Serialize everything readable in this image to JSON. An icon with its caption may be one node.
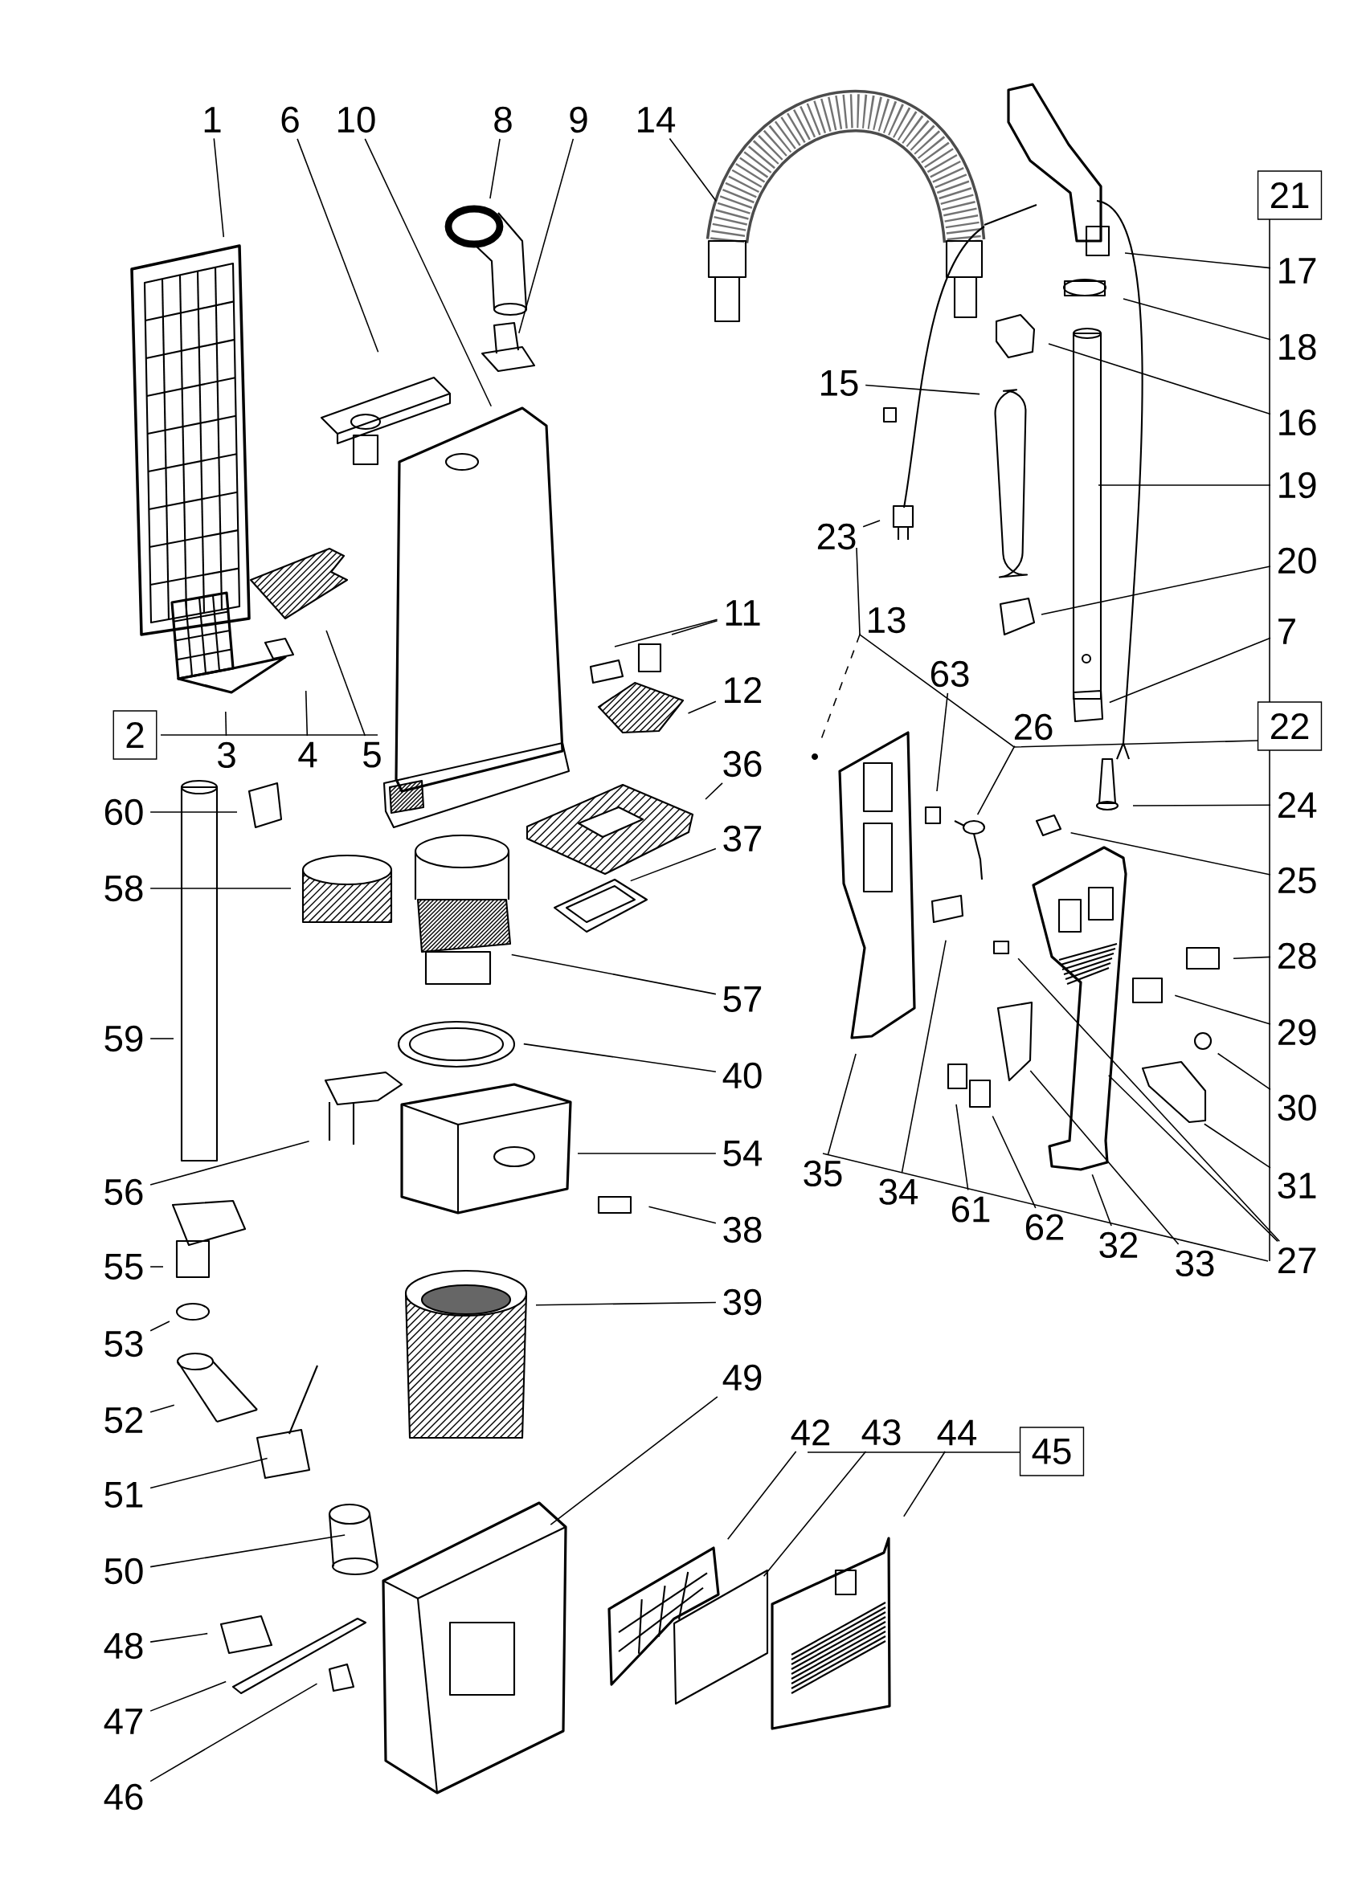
{
  "diagram": {
    "nodes": [
      {
        "text": [
          "1"
        ]
      },
      {
        "text": [
          "6"
        ]
      },
      {
        "text": [
          "10"
        ]
      },
      {
        "text": [
          "8"
        ]
      },
      {
        "text": [
          "9"
        ]
      },
      {
        "text": [
          "14"
        ]
      },
      {
        "text": [
          "21"
        ]
      },
      {
        "text": [
          "17"
        ]
      },
      {
        "text": [
          "18"
        ]
      },
      {
        "text": [
          "16"
        ]
      },
      {
        "text": [
          "19"
        ]
      },
      {
        "text": [
          "20"
        ]
      },
      {
        "text": [
          "7"
        ]
      },
      {
        "text": [
          "15"
        ]
      },
      {
        "text": [
          "23"
        ]
      },
      {
        "text": [
          "13"
        ]
      },
      {
        "text": [
          "11"
        ]
      },
      {
        "text": [
          "12"
        ]
      },
      {
        "text": [
          "63"
        ]
      },
      {
        "text": [
          "26"
        ]
      },
      {
        "text": [
          "22"
        ]
      },
      {
        "text": [
          "24"
        ]
      },
      {
        "text": [
          "25"
        ]
      },
      {
        "text": [
          "28"
        ]
      },
      {
        "text": [
          "29"
        ]
      },
      {
        "text": [
          "30"
        ]
      },
      {
        "text": [
          "31"
        ]
      },
      {
        "text": [
          "27"
        ]
      },
      {
        "text": [
          "33"
        ]
      },
      {
        "text": [
          "32"
        ]
      },
      {
        "text": [
          "62"
        ]
      },
      {
        "text": [
          "61"
        ]
      },
      {
        "text": [
          "34"
        ]
      },
      {
        "text": [
          "35"
        ]
      },
      {
        "text": [
          "2"
        ]
      },
      {
        "text": [
          "3"
        ]
      },
      {
        "text": [
          "4"
        ]
      },
      {
        "text": [
          "5"
        ]
      },
      {
        "text": [
          "60"
        ]
      },
      {
        "text": [
          "58"
        ]
      },
      {
        "text": [
          "59"
        ]
      },
      {
        "text": [
          "56"
        ]
      },
      {
        "text": [
          "55"
        ]
      },
      {
        "text": [
          "53"
        ]
      },
      {
        "text": [
          "52"
        ]
      },
      {
        "text": [
          "51"
        ]
      },
      {
        "text": [
          "50"
        ]
      },
      {
        "text": [
          "48"
        ]
      },
      {
        "text": [
          "47"
        ]
      },
      {
        "text": [
          "46"
        ]
      },
      {
        "text": [
          "36"
        ]
      },
      {
        "text": [
          "37"
        ]
      },
      {
        "text": [
          "57"
        ]
      },
      {
        "text": [
          "40"
        ]
      },
      {
        "text": [
          "54"
        ]
      },
      {
        "text": [
          "38"
        ]
      },
      {
        "text": [
          "39"
        ]
      },
      {
        "text": [
          "49"
        ]
      },
      {
        "text": [
          "42"
        ]
      },
      {
        "text": [
          "43"
        ]
      },
      {
        "text": [
          "44"
        ]
      },
      {
        "text": [
          "45"
        ]
      }
    ],
    "edges": [
      {
        "from": 0,
        "to": null,
        "arrow": "none"
      },
      {
        "from": 1,
        "to": null,
        "arrow": "none"
      },
      {
        "from": 2,
        "to": null,
        "arrow": "none"
      },
      {
        "from": 3,
        "to": null,
        "arrow": "none"
      },
      {
        "from": 4,
        "to": null,
        "arrow": "none"
      },
      {
        "from": 5,
        "to": null,
        "arrow": "none"
      },
      {
        "from": 7,
        "to": null,
        "arrow": "none"
      },
      {
        "from": 8,
        "to": null,
        "arrow": "none"
      },
      {
        "from": 9,
        "to": null,
        "arrow": "none"
      },
      {
        "from": 10,
        "to": null,
        "arrow": "none"
      },
      {
        "from": 11,
        "to": null,
        "arrow": "none"
      },
      {
        "from": 12,
        "to": null,
        "arrow": "none"
      },
      {
        "from": 13,
        "to": null,
        "arrow": "none"
      },
      {
        "from": 14,
        "to": null,
        "arrow": "none"
      },
      {
        "from": 15,
        "to": null,
        "arrow": "none",
        "style": "dashed"
      },
      {
        "from": 16,
        "to": null,
        "arrow": "none"
      },
      {
        "from": 16,
        "to": null,
        "arrow": "none"
      },
      {
        "from": 17,
        "to": null,
        "arrow": "none"
      },
      {
        "from": 18,
        "to": null,
        "arrow": "none"
      },
      {
        "from": 19,
        "to": null,
        "arrow": "none"
      },
      {
        "from": 21,
        "to": null,
        "arrow": "none"
      },
      {
        "from": 22,
        "to": null,
        "arrow": "none"
      },
      {
        "from": 23,
        "to": null,
        "arrow": "none"
      },
      {
        "from": 24,
        "to": null,
        "arrow": "none"
      },
      {
        "from": 25,
        "to": null,
        "arrow": "none"
      },
      {
        "from": 26,
        "to": null,
        "arrow": "none"
      },
      {
        "from": 27,
        "to": null,
        "arrow": "none"
      },
      {
        "from": 27,
        "to": null,
        "arrow": "none"
      },
      {
        "from": 28,
        "to": null,
        "arrow": "none"
      },
      {
        "from": 29,
        "to": null,
        "arrow": "none"
      },
      {
        "from": 30,
        "to": null,
        "arrow": "none"
      },
      {
        "from": 31,
        "to": null,
        "arrow": "none"
      },
      {
        "from": 32,
        "to": null,
        "arrow": "none"
      },
      {
        "from": 33,
        "to": null,
        "arrow": "none"
      },
      {
        "from": 35,
        "to": null,
        "arrow": "none"
      },
      {
        "from": 36,
        "to": null,
        "arrow": "none"
      },
      {
        "from": 37,
        "to": null,
        "arrow": "none"
      },
      {
        "from": 38,
        "to": null,
        "arrow": "none"
      },
      {
        "from": 39,
        "to": null,
        "arrow": "none"
      },
      {
        "from": 40,
        "to": null,
        "arrow": "none"
      },
      {
        "from": 41,
        "to": null,
        "arrow": "none"
      },
      {
        "from": 42,
        "to": null,
        "arrow": "none"
      },
      {
        "from": 43,
        "to": null,
        "arrow": "none"
      },
      {
        "from": 44,
        "to": null,
        "arrow": "none"
      },
      {
        "from": 45,
        "to": null,
        "arrow": "none"
      },
      {
        "from": 46,
        "to": null,
        "arrow": "none"
      },
      {
        "from": 47,
        "to": null,
        "arrow": "none"
      },
      {
        "from": 48,
        "to": null,
        "arrow": "none"
      },
      {
        "from": 49,
        "to": null,
        "arrow": "none"
      },
      {
        "from": 50,
        "to": null,
        "arrow": "none"
      },
      {
        "from": 51,
        "to": null,
        "arrow": "none"
      },
      {
        "from": 52,
        "to": null,
        "arrow": "none"
      },
      {
        "from": 53,
        "to": null,
        "arrow": "none"
      },
      {
        "from": 54,
        "to": null,
        "arrow": "none"
      },
      {
        "from": 55,
        "to": null,
        "arrow": "none"
      },
      {
        "from": 56,
        "to": null,
        "arrow": "none"
      },
      {
        "from": 57,
        "to": null,
        "arrow": "none"
      },
      {
        "from": 58,
        "to": null,
        "arrow": "none"
      },
      {
        "from": 59,
        "to": null,
        "arrow": "none"
      },
      {
        "from": 60,
        "to": null,
        "arrow": "none"
      }
    ]
  }
}
